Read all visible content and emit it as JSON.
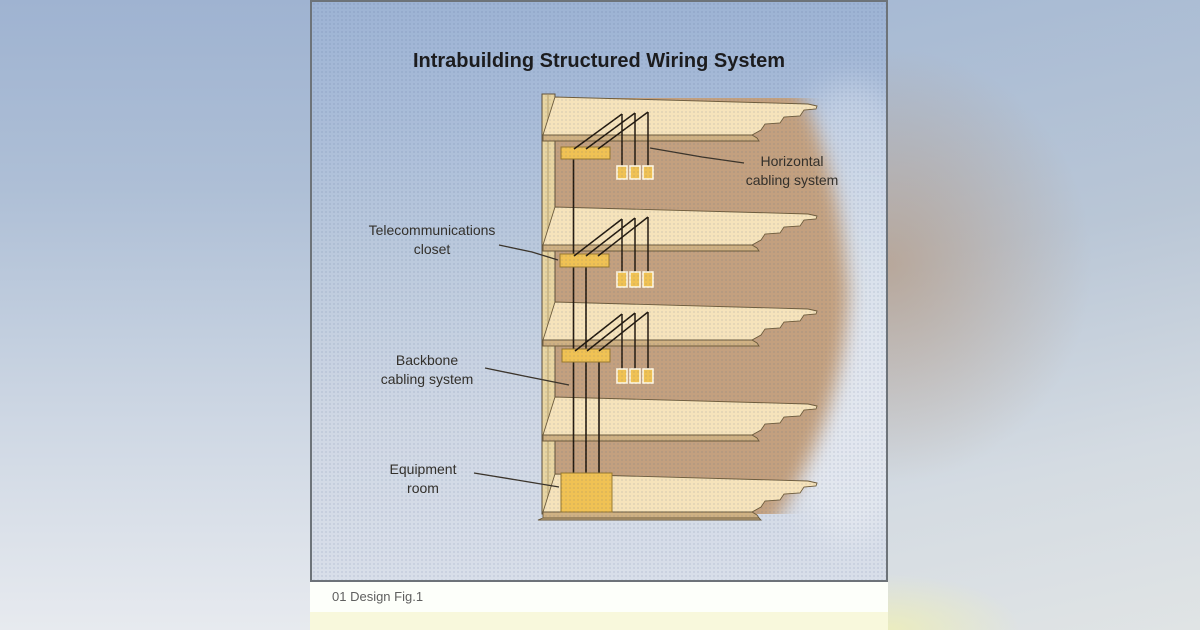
{
  "figure": {
    "title": "Intrabuilding Structured Wiring System",
    "caption": "01 Design Fig.1"
  },
  "labels": {
    "horizontal_cabling": "Horizontal\ncabling system",
    "telecom_closet": "Telecommunications\ncloset",
    "backbone_cabling": "Backbone\ncabling system",
    "equipment_room": "Equipment\nroom"
  },
  "diagram": {
    "type": "building-cutaway-wiring-diagram",
    "floors": 5,
    "telecom_closets": 3,
    "wall_outlets_per_served_floor": 3,
    "backbone_risers": 3,
    "equipment_room_location": "ground floor"
  },
  "colors": {
    "panel_sky_top": "#9db3d4",
    "panel_sky_bottom": "#d8dee9",
    "building_interior": "#c3a07f",
    "floor_slab": "#f6e3bb",
    "floor_edge": "#cfb183",
    "wall": "#e8d5a2",
    "closet_yellow": "#f0c254",
    "cable": "#231a10",
    "panel_border": "#6d7379",
    "footer_strip": "#f8f8dc",
    "caption_text": "#5f5f5f"
  }
}
